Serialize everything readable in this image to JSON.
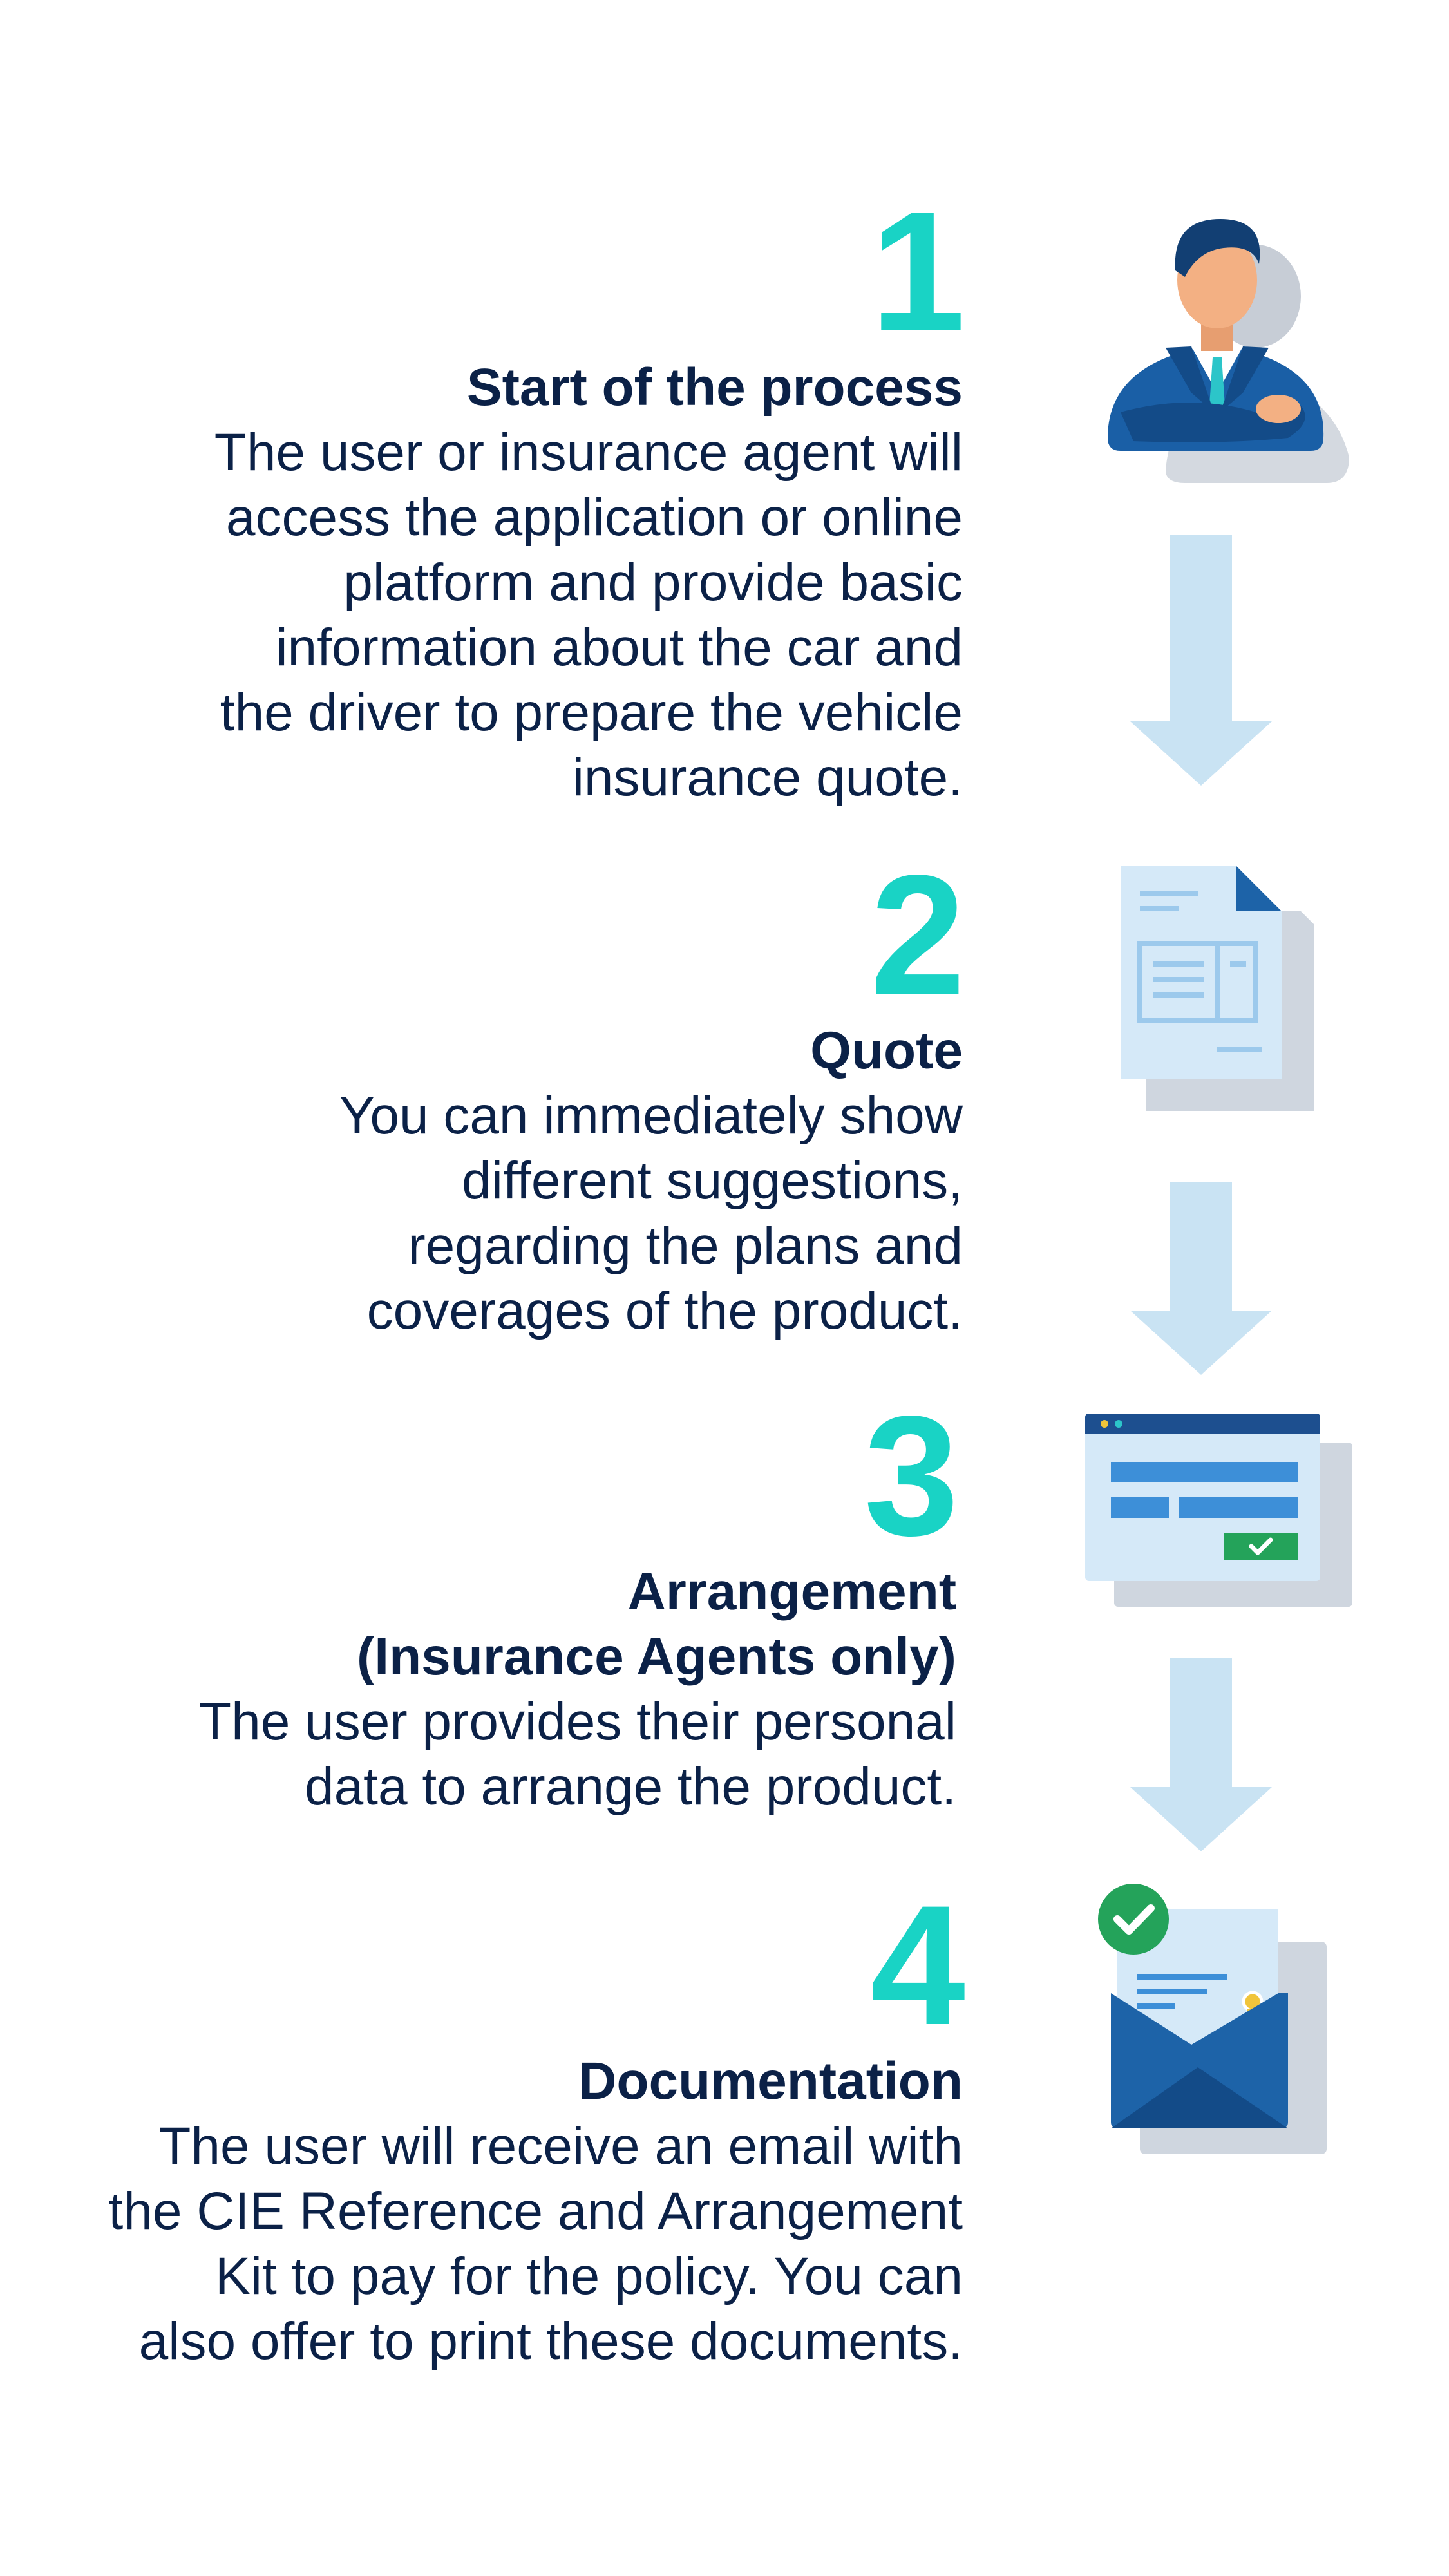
{
  "steps": [
    {
      "number": "1",
      "title": "Start of the process",
      "description": "The user or insurance agent will access the application or online platform and provide basic information about the car and the driver to prepare the vehicle insurance quote.",
      "icon": "insurance-agent-icon"
    },
    {
      "number": "2",
      "title": "Quote",
      "description": "You can immediately show different suggestions, regarding the plans and coverages of the product.",
      "icon": "quote-document-icon"
    },
    {
      "number": "3",
      "title": "Arrangement\n(Insurance Agents only)",
      "description": "The user provides their personal data to arrange the product.",
      "icon": "form-window-icon"
    },
    {
      "number": "4",
      "title": "Documentation",
      "description": "The user will receive an email with the CIE Reference and Arrangement Kit to pay for the policy. You can also offer to print these documents.",
      "icon": "email-envelope-icon"
    }
  ],
  "connectors": [
    "arrow-down-icon",
    "arrow-down-icon",
    "arrow-down-icon"
  ],
  "colors": {
    "number": "#19d3c5",
    "text": "#0b2147",
    "arrow": "#c9e3f3",
    "icon_blue": "#1d63a8",
    "icon_light": "#d5e9f8",
    "check_green": "#24a35a"
  }
}
